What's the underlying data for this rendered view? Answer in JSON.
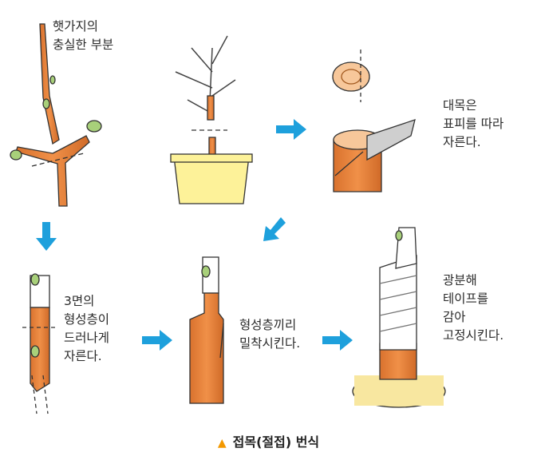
{
  "labels": {
    "step1": "햇가지의\n충실한 부분",
    "step2": "대목은\n표피를 따라\n자른다.",
    "step3": "3면의\n형성층이\n드러나게\n자른다.",
    "step4": "형성층끼리\n밀착시킨다.",
    "step5": "광분해\n테이프를\n감아\n고정시킨다."
  },
  "caption": {
    "marker": "▲",
    "text": "접목(절접) 번식"
  },
  "colors": {
    "arrow": "#1ea0dc",
    "bark": "#e8843a",
    "bark_dark": "#c25f20",
    "leaf": "#a8d07a",
    "pot": "#fdf299",
    "soil": "#f8e7a0",
    "tape": "#ffffff",
    "caption_marker": "#f39800"
  }
}
